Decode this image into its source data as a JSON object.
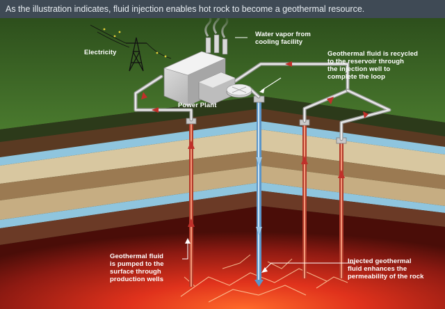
{
  "title": "As the illustration indicates, fluid injection enables hot rock to become a geothermal resource.",
  "labels": {
    "electricity": "Electricity",
    "water_vapor": [
      "Water vapor from",
      "cooling facility"
    ],
    "recycled": [
      "Geothermal fluid is recycled",
      "to the reservoir through",
      "the injection well to",
      "complete the loop"
    ],
    "power_plant": "Power Plant",
    "pumped": [
      "Geothermal fluid",
      "is pumped to the",
      "surface through",
      "production wells"
    ],
    "injected": [
      "Injected geothermal",
      "fluid enhances the",
      "permeability of the rock"
    ]
  },
  "colors": {
    "title_bar": "#3f4a55",
    "ground": "#3f6a26",
    "hot_rock": "#e0321c",
    "production_pipe": "#b23a2a",
    "injection_pipe": "#5b95c8",
    "water_layer": "#8fc5de",
    "sediment": "#d8c7a0"
  }
}
